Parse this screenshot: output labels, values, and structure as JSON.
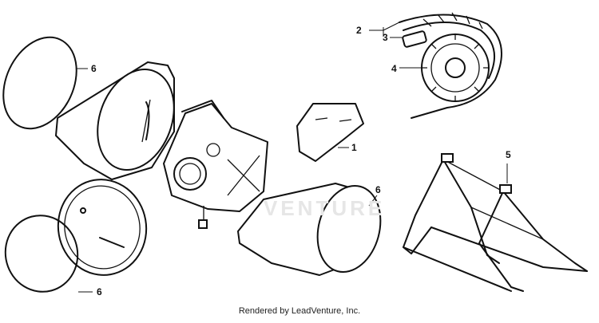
{
  "diagram": {
    "callouts": {
      "c1": "1",
      "c2": "2",
      "c3": "3",
      "c4": "4",
      "c5": "5",
      "c6a": "6",
      "c6b": "6",
      "c6c": "6"
    },
    "watermark_text": "VENTURE",
    "footer": "Rendered by LeadVenture, Inc."
  }
}
